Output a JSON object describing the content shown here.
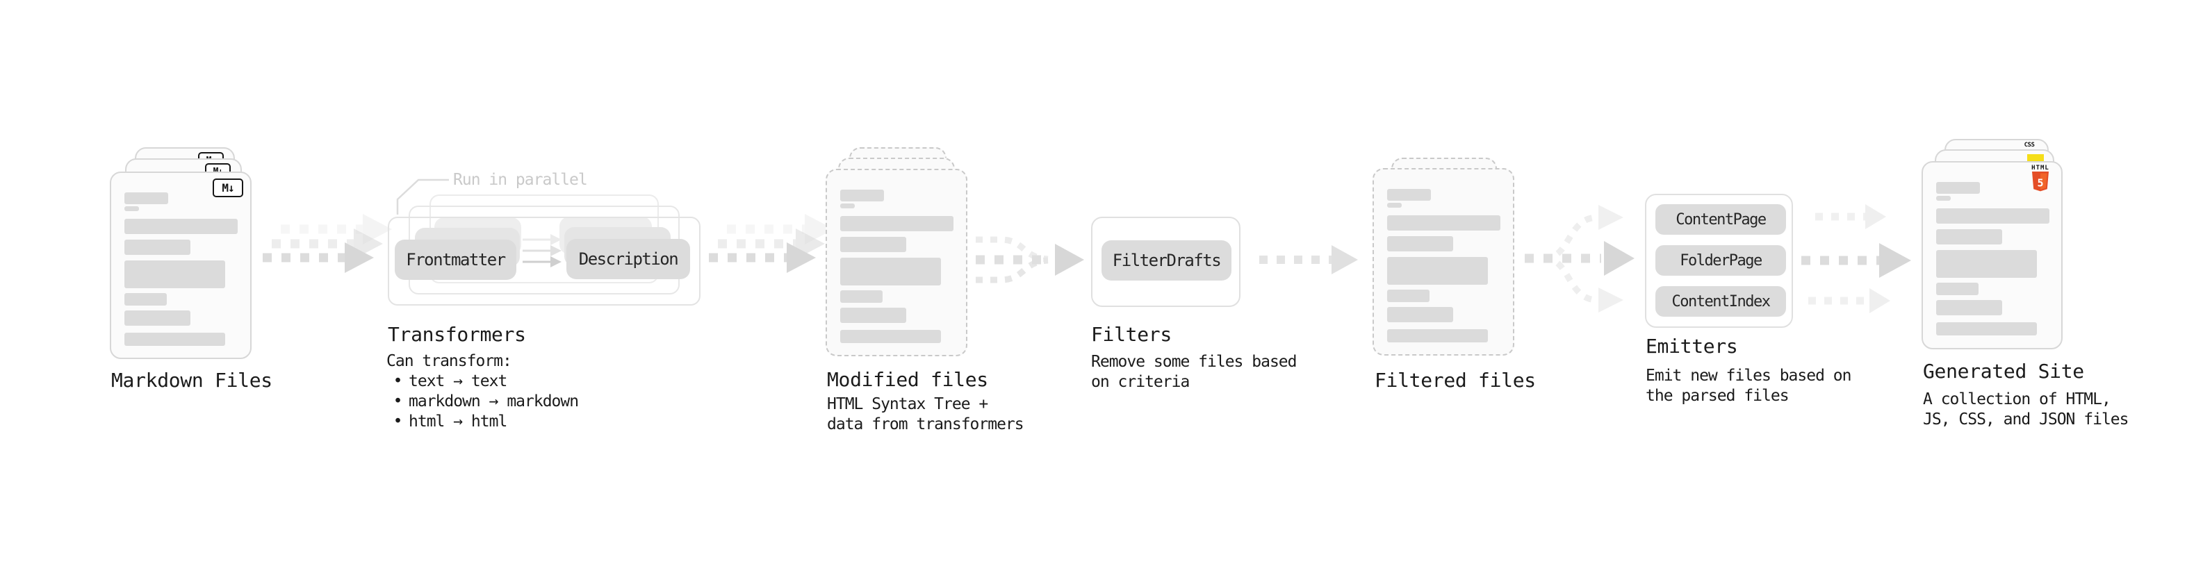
{
  "markdown": {
    "label": "Markdown Files",
    "badge": "M↓"
  },
  "transformers": {
    "label": "Transformers",
    "note": "Run in parallel",
    "pill_left": "Frontmatter",
    "pill_right": "Description",
    "desc_title": "Can transform:",
    "bullet": "•",
    "bullets": [
      "text → text",
      "markdown → markdown",
      "html → html"
    ]
  },
  "modified": {
    "label": "Modified files",
    "desc": [
      "HTML Syntax Tree +",
      "data from transformers"
    ]
  },
  "filters": {
    "label": "Filters",
    "pill": "FilterDrafts",
    "desc": [
      "Remove some files based",
      "on criteria"
    ]
  },
  "filtered": {
    "label": "Filtered files"
  },
  "emitters": {
    "label": "Emitters",
    "pills": [
      "ContentPage",
      "FolderPage",
      "ContentIndex"
    ],
    "desc": [
      "Emit new files based on",
      "the parsed files"
    ]
  },
  "generated": {
    "label": "Generated Site",
    "desc": [
      "A collection of HTML,",
      "JS, CSS, and JSON files"
    ],
    "css_badge": "CSS",
    "html_badge": "HTML",
    "html5_number": "5"
  },
  "colors": {
    "html5_orange": "#e44d26",
    "html5_orange_light": "#f16529",
    "js_yellow": "#f5de19",
    "css_blue": "#2c63ee",
    "skeleton_bar": "#dbdbdb",
    "pill_bg": "#dcdcdc",
    "text": "#1b1b1b",
    "faded_text": "#c9c9c9"
  }
}
